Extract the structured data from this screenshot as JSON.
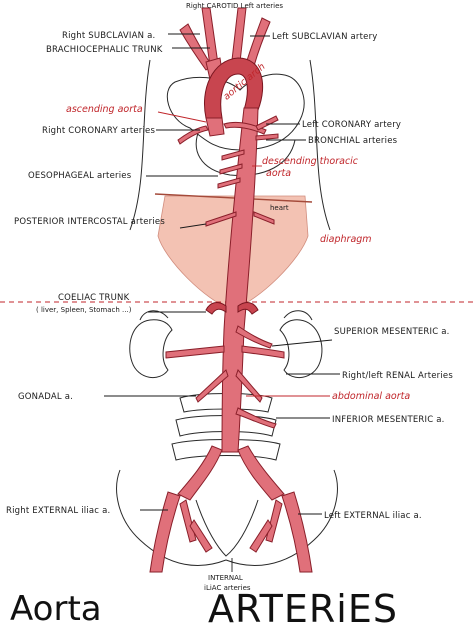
{
  "labels": {
    "top_cut": "Right CAROTID Left arteries",
    "right_subclavian": "Right SUBCLAVIAN a.",
    "brachiocephalic": "BRACHIOCEPHALIC TRUNK",
    "left_subclavian": "Left SUBCLAVIAN artery",
    "aortic_arch": "aortic arch",
    "ascending_aorta": "ascending aorta",
    "right_coronary": "Right CORONARY arteries",
    "left_coronary": "Left CORONARY artery",
    "bronchial": "BRONCHIAL arteries",
    "oesophageal": "OESOPHAGEAL arteries",
    "descending_thoracic_1": "descending thoracic",
    "descending_thoracic_2": "aorta",
    "heart": "heart",
    "posterior_intercostal": "POSTERIOR INTERCOSTAL arteries",
    "diaphragm": "diaphragm",
    "coeliac": "COELIAC TRUNK",
    "coeliac_sub": "( liver, Spleen, Stomach ...)",
    "superior_mesenteric": "SUPERIOR MESENTERIC a.",
    "renal": "Right/left RENAL Arteries",
    "abdominal_aorta": "abdominal aorta",
    "inferior_mesenteric": "INFERIOR MESENTERIC a.",
    "gonadal": "GONADAL a.",
    "right_external_iliac": "Right EXTERNAL iliac a.",
    "left_external_iliac": "Left EXTERNAL iliac a.",
    "internal_iliac_1": "INTERNAL",
    "internal_iliac_2": "iLiAC arteries"
  },
  "title": {
    "left": "Aorta",
    "right": "ARTERiES"
  },
  "colors": {
    "artery": "#e0707a",
    "artery_dark": "#c8454f",
    "diaphragm": "#f2b8a6",
    "red_text": "#c0262b"
  }
}
